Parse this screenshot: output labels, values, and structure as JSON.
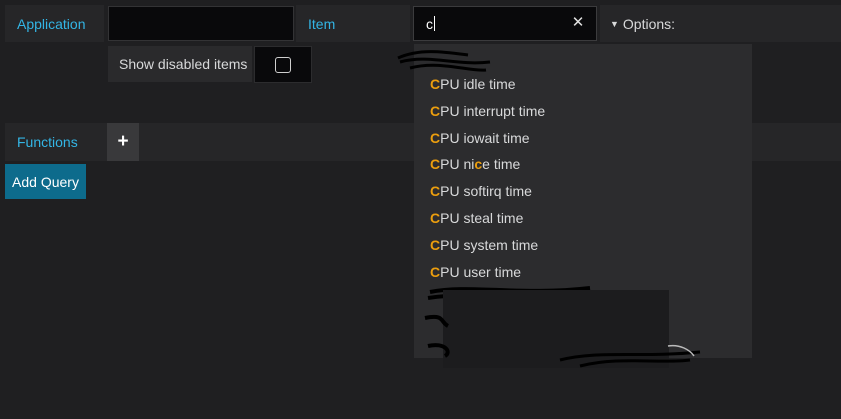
{
  "query": {
    "application_label": "Application",
    "application_value": "",
    "item_label": "Item",
    "item_value": "c",
    "options_label": "Options:",
    "show_disabled_label": "Show disabled items",
    "show_disabled_checked": false,
    "functions_label": "Functions",
    "add_function_symbol": "+",
    "add_query_label": "Add Query"
  },
  "icons": {
    "clear": "close-icon",
    "options": "caret-down-icon",
    "add_function": "plus-icon",
    "checkbox": "checkbox-icon"
  },
  "dropdown": {
    "items": [
      {
        "pre": "",
        "match": "C",
        "post": "PU idle time"
      },
      {
        "pre": "",
        "match": "C",
        "post": "PU interrupt time"
      },
      {
        "pre": "",
        "match": "C",
        "post": "PU iowait time"
      },
      {
        "pre": "",
        "match": "C",
        "post": "PU ni",
        "match2": "c",
        "post2": "e time"
      },
      {
        "pre": "",
        "match": "C",
        "post": "PU softirq time"
      },
      {
        "pre": "",
        "match": "C",
        "post": "PU steal time"
      },
      {
        "pre": "",
        "match": "C",
        "post": "PU system time"
      },
      {
        "pre": "",
        "match": "C",
        "post": "PU user time"
      }
    ]
  },
  "colors": {
    "background": "#1f1f21",
    "label_text": "#33b5e5",
    "highlight": "#eb9e0e",
    "primary_button": "#0d6b8c"
  }
}
